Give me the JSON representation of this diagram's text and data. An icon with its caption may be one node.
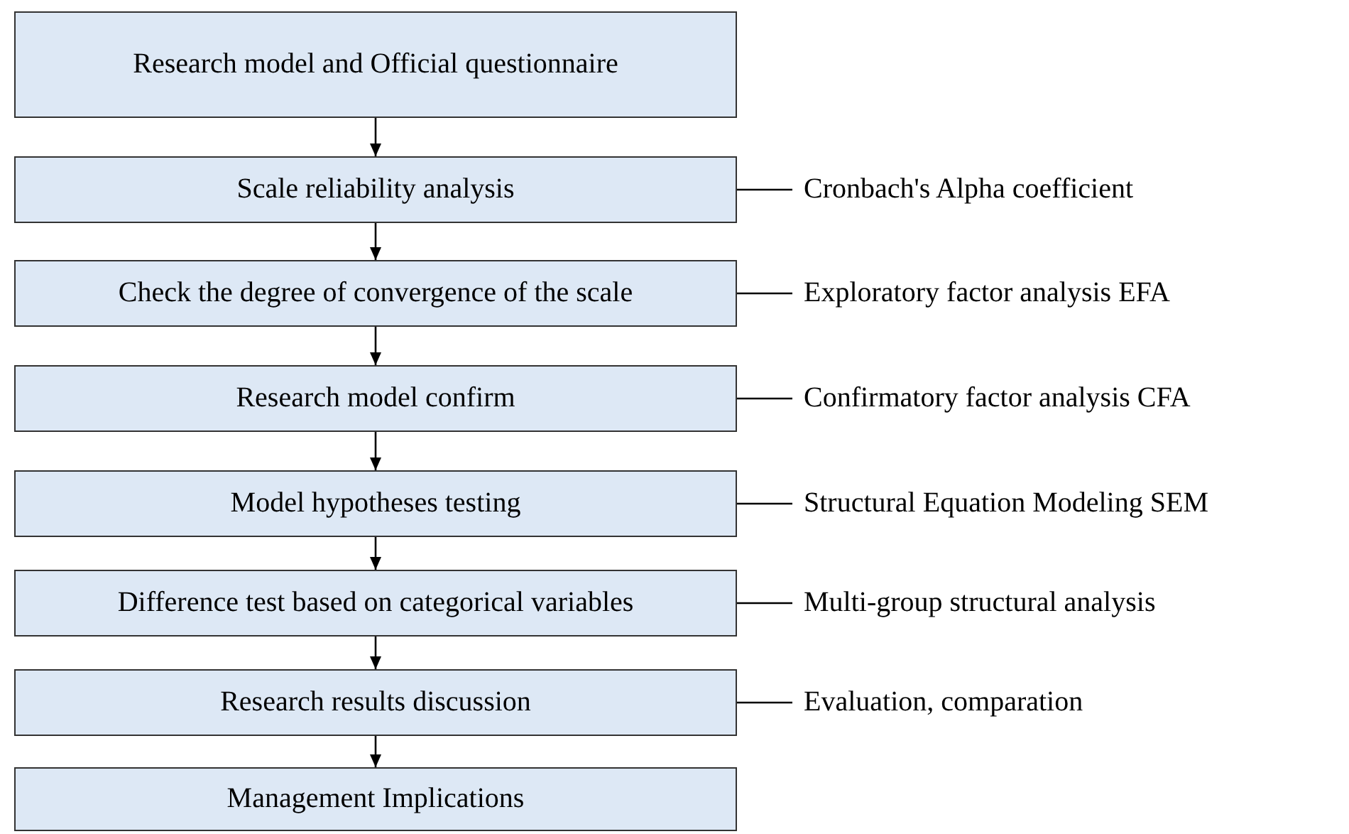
{
  "diagram": {
    "nodes": [
      {
        "text": [
          "Research model and Official questionnaire"
        ]
      },
      {
        "text": [
          "Scale reliability analysis"
        ]
      },
      {
        "text": [
          "Check the degree of convergence of the scale"
        ]
      },
      {
        "text": [
          "Research model confirm"
        ]
      },
      {
        "text": [
          "Model hypotheses testing"
        ]
      },
      {
        "text": [
          "Difference test based on categorical variables"
        ]
      },
      {
        "text": [
          "Research results discussion"
        ]
      },
      {
        "text": [
          "Management Implications"
        ]
      },
      {
        "text": [
          "Cronbach's Alpha coefficient"
        ]
      },
      {
        "text": [
          "Exploratory factor analysis EFA"
        ]
      },
      {
        "text": [
          "Confirmatory factor analysis CFA"
        ]
      },
      {
        "text": [
          "Structural Equation Modeling SEM"
        ]
      },
      {
        "text": [
          "Multi-group structural analysis"
        ]
      },
      {
        "text": [
          "Evaluation, comparation"
        ]
      }
    ],
    "edges": [
      {
        "from": 0,
        "to": 1,
        "arrow": "to"
      },
      {
        "from": 1,
        "to": 2,
        "arrow": "to"
      },
      {
        "from": 2,
        "to": 3,
        "arrow": "to"
      },
      {
        "from": 3,
        "to": 4,
        "arrow": "to"
      },
      {
        "from": 4,
        "to": 5,
        "arrow": "to"
      },
      {
        "from": 5,
        "to": 6,
        "arrow": "to"
      },
      {
        "from": 6,
        "to": 7,
        "arrow": "to"
      },
      {
        "from": 1,
        "to": 8,
        "arrow": "none"
      },
      {
        "from": 2,
        "to": 9,
        "arrow": "none"
      },
      {
        "from": 3,
        "to": 10,
        "arrow": "none"
      },
      {
        "from": 4,
        "to": 11,
        "arrow": "none"
      },
      {
        "from": 5,
        "to": 12,
        "arrow": "none"
      },
      {
        "from": 6,
        "to": 13,
        "arrow": "none"
      }
    ]
  }
}
